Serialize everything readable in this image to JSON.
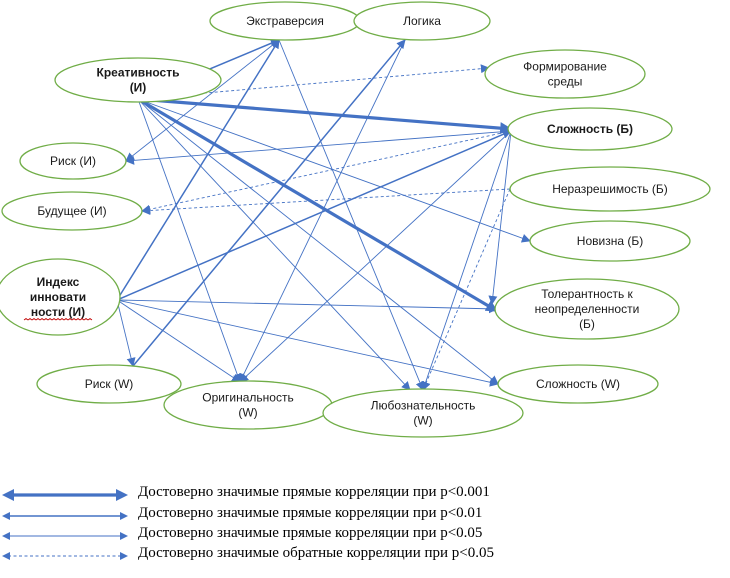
{
  "diagram": {
    "nodes": [
      {
        "id": "extraversion",
        "lines": [
          "Экстраверсия"
        ],
        "bold": false
      },
      {
        "id": "logic",
        "lines": [
          "Логика"
        ],
        "bold": false
      },
      {
        "id": "creativity",
        "lines": [
          "Креативность",
          "(И)"
        ],
        "bold": true
      },
      {
        "id": "environment",
        "lines": [
          "Формирование",
          "среды"
        ],
        "bold": false
      },
      {
        "id": "complexity_b",
        "lines": [
          "Сложность (Б)"
        ],
        "bold": true
      },
      {
        "id": "risk_i",
        "lines": [
          "Риск (И)"
        ],
        "bold": false
      },
      {
        "id": "insolubility",
        "lines": [
          "Неразрешимость (Б)"
        ],
        "bold": false
      },
      {
        "id": "future",
        "lines": [
          "Будущее (И)"
        ],
        "bold": false
      },
      {
        "id": "novelty",
        "lines": [
          "Новизна (Б)"
        ],
        "bold": false
      },
      {
        "id": "innovativeness",
        "lines": [
          "Индекс",
          "инновати",
          "ности (И)"
        ],
        "bold": true
      },
      {
        "id": "tolerance",
        "lines": [
          "Толерантность к",
          "неопределенности",
          "(Б)"
        ],
        "bold": false
      },
      {
        "id": "risk_w",
        "lines": [
          "Риск (W)"
        ],
        "bold": false
      },
      {
        "id": "originality",
        "lines": [
          "Оригинальность",
          "(W)"
        ],
        "bold": false
      },
      {
        "id": "curiosity",
        "lines": [
          "Любознательность",
          "(W)"
        ],
        "bold": false
      },
      {
        "id": "complexity_w",
        "lines": [
          "Сложность (W)"
        ],
        "bold": false
      }
    ],
    "edges": [
      {
        "from": "creativity",
        "to": "complexity_b",
        "type": "p001"
      },
      {
        "from": "creativity",
        "to": "tolerance",
        "type": "p001"
      },
      {
        "from": "creativity",
        "to": "extraversion",
        "type": "p01"
      },
      {
        "from": "innovativeness",
        "to": "extraversion",
        "type": "p01"
      },
      {
        "from": "innovativeness",
        "to": "complexity_b",
        "type": "p01"
      },
      {
        "from": "risk_w",
        "to": "logic",
        "type": "p01"
      },
      {
        "from": "creativity",
        "to": "environment",
        "type": "neg05"
      },
      {
        "from": "creativity",
        "to": "originality",
        "type": "p05"
      },
      {
        "from": "creativity",
        "to": "complexity_w",
        "type": "p05"
      },
      {
        "from": "creativity",
        "to": "curiosity",
        "type": "p05"
      },
      {
        "from": "creativity",
        "to": "novelty",
        "type": "p05"
      },
      {
        "from": "extraversion",
        "to": "risk_i",
        "type": "p05"
      },
      {
        "from": "extraversion",
        "to": "curiosity",
        "type": "p05"
      },
      {
        "from": "logic",
        "to": "originality",
        "type": "p05"
      },
      {
        "from": "complexity_b",
        "to": "risk_i",
        "type": "p05"
      },
      {
        "from": "complexity_b",
        "to": "originality",
        "type": "p05"
      },
      {
        "from": "complexity_b",
        "to": "curiosity",
        "type": "p05"
      },
      {
        "from": "complexity_b",
        "to": "tolerance",
        "type": "p05"
      },
      {
        "from": "innovativeness",
        "to": "tolerance",
        "type": "p05"
      },
      {
        "from": "innovativeness",
        "to": "complexity_w",
        "type": "p05"
      },
      {
        "from": "innovativeness",
        "to": "originality",
        "type": "p05"
      },
      {
        "from": "innovativeness",
        "to": "risk_w",
        "type": "p05"
      },
      {
        "from": "insolubility",
        "to": "future",
        "type": "neg05"
      },
      {
        "from": "complexity_b",
        "to": "future",
        "type": "neg05"
      },
      {
        "from": "insolubility",
        "to": "curiosity",
        "type": "neg05"
      }
    ]
  },
  "legend": [
    {
      "type": "p001",
      "label": "Достоверно значимые прямые корреляции при p<0.001"
    },
    {
      "type": "p01",
      "label": "Достоверно значимые прямые корреляции при p<0.01"
    },
    {
      "type": "p05",
      "label": "Достоверно значимые прямые корреляции при p<0.05"
    },
    {
      "type": "neg05",
      "label": "Достоверно значимые обратные корреляции при p<0.05"
    }
  ]
}
